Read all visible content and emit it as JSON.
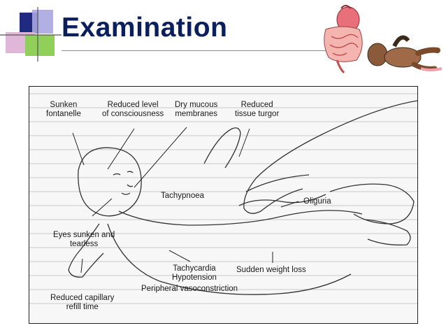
{
  "slide": {
    "title": "Examination"
  },
  "figure": {
    "labels": {
      "sunken_fontanelle": "Sunken\nfontanelle",
      "reduced_consciousness": "Reduced level\nof consciousness",
      "dry_mucous": "Dry mucous\nmembranes",
      "reduced_turgor": "Reduced\ntissue turgor",
      "tachypnoea": "Tachypnoea",
      "oliguria": "Oliguria",
      "eyes_sunken": "Eyes sunken and\ntearless",
      "tachycardia": "Tachycardia\nHypotension",
      "sudden_weight_loss": "Sudden weight loss",
      "reduced_capillary": "Reduced capillary\nrefill time",
      "peripheral_vaso": "Peripheral vasoconstriction"
    }
  },
  "colors": {
    "title": "#0b1f5c",
    "deco_navy": "#1f2a80",
    "deco_lavender": "#a9a6e0",
    "deco_green": "#8fcf5a",
    "deco_pink": "#e0b7d8"
  }
}
